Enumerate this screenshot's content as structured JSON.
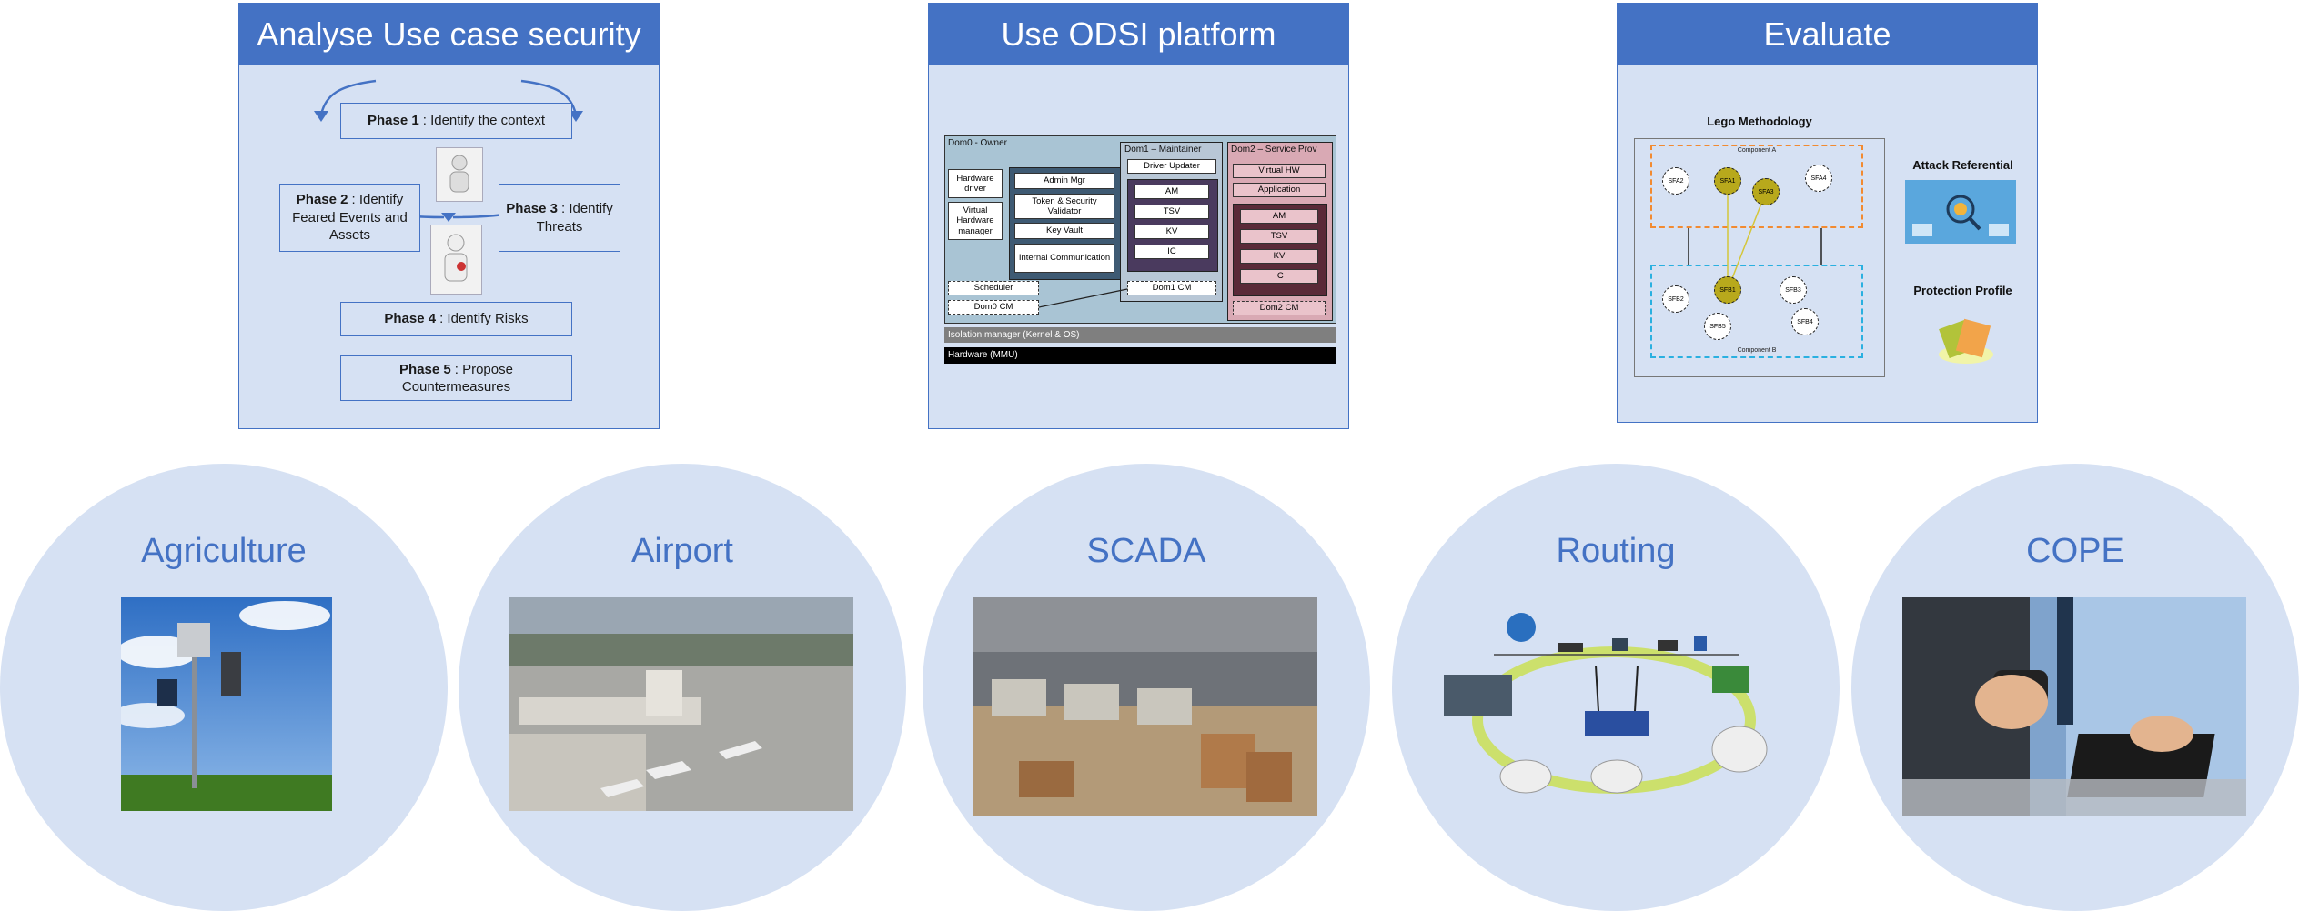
{
  "panels": {
    "analyse": {
      "title": "Analyse Use case security",
      "phase1": {
        "bold": "Phase 1",
        "text": ": Identify the context"
      },
      "phase2": {
        "bold": "Phase 2",
        "text": ": Identify Feared Events and Assets"
      },
      "phase3": {
        "bold": "Phase 3",
        "text": ": Identify Threats"
      },
      "phase4": {
        "bold": "Phase 4",
        "text": ": Identify Risks"
      },
      "phase5": {
        "bold": "Phase 5",
        "text": ": Propose Countermeasures"
      }
    },
    "odsi": {
      "title": "Use ODSI platform",
      "dom0": "Dom0 - Owner",
      "dom1": "Dom1 – Maintainer",
      "dom2": "Dom2 – Service Prov",
      "hw_driver": "Hardware driver",
      "vhw_manager": "Virtual Hardware manager",
      "admin_mgr": "Admin Mgr",
      "token": "Token & Security Validator",
      "key_vault": "Key Vault",
      "internal_comm": "Internal Communication",
      "scheduler": "Scheduler",
      "dom0_cm": "Dom0 CM",
      "driver_updater": "Driver Updater",
      "am": "AM",
      "tsv": "TSV",
      "kv": "KV",
      "ic": "IC",
      "dom1_cm": "Dom1 CM",
      "virtual_hw": "Virtual HW",
      "application": "Application",
      "dom2_cm": "Dom2 CM",
      "isolation": "Isolation manager (Kernel & OS)",
      "hardware": "Hardware (MMU)"
    },
    "evaluate": {
      "title": "Evaluate",
      "lego": "Lego Methodology",
      "component_a": "Component A",
      "component_b": "Component B",
      "sfa": [
        "SFA2",
        "SFA1",
        "SFA3",
        "SFA4"
      ],
      "sfb": [
        "SFB2",
        "SFB1",
        "SFB3",
        "SFB5",
        "SFB4"
      ],
      "attack_ref": "Attack Referential",
      "protection_profile": "Protection Profile"
    }
  },
  "use_cases": [
    "Agriculture",
    "Airport",
    "SCADA",
    "Routing",
    "COPE"
  ],
  "colors": {
    "accent": "#4472c4",
    "panel_bg": "#d6e1f3",
    "circle_bg": "#d6e1f3",
    "orange": "#f28a30",
    "cyan": "#2ab0e0"
  }
}
